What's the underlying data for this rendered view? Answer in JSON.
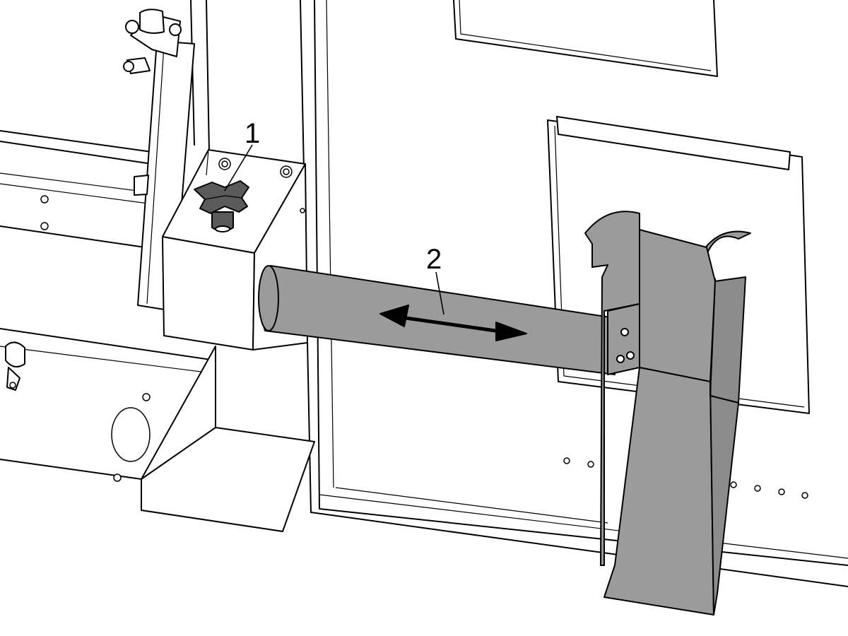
{
  "callouts": [
    {
      "label": "1",
      "part": "locking-knob"
    },
    {
      "label": "2",
      "part": "sliding-tube"
    }
  ]
}
